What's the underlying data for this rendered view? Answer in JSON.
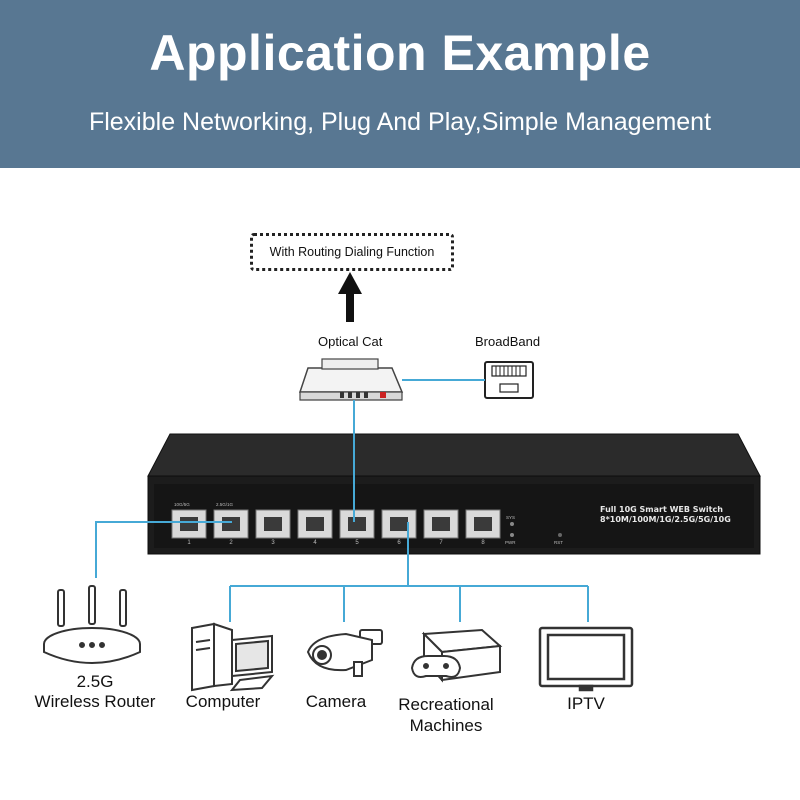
{
  "header": {
    "title": "Application Example",
    "subtitle": "Flexible Networking, Plug And Play,Simple Management"
  },
  "top": {
    "routing_box": "With Routing Dialing Function",
    "optical_cat": "Optical Cat",
    "broadband": "BroadBand"
  },
  "switch": {
    "model_line1": "Full 10G Smart WEB Switch",
    "model_line2": "8*10M/100M/1G/2.5G/5G/10G",
    "port_labels": [
      "1",
      "2",
      "3",
      "4",
      "5",
      "6",
      "7",
      "8"
    ],
    "led_label_sys": "SYS",
    "led_label_pwr": "PWR",
    "reset_label": "RST",
    "port_group_left": "10G/5G",
    "port_group_right": "2.5G/1G"
  },
  "devices": {
    "router_line1": "2.5G",
    "router_line2": "Wireless Router",
    "computer": "Computer",
    "camera": "Camera",
    "recreational_line1": "Recreational",
    "recreational_line2": "Machines",
    "iptv": "IPTV"
  },
  "colors": {
    "banner": "#587792",
    "link": "#46a9d6",
    "switch_body": "#1c1c1c"
  }
}
